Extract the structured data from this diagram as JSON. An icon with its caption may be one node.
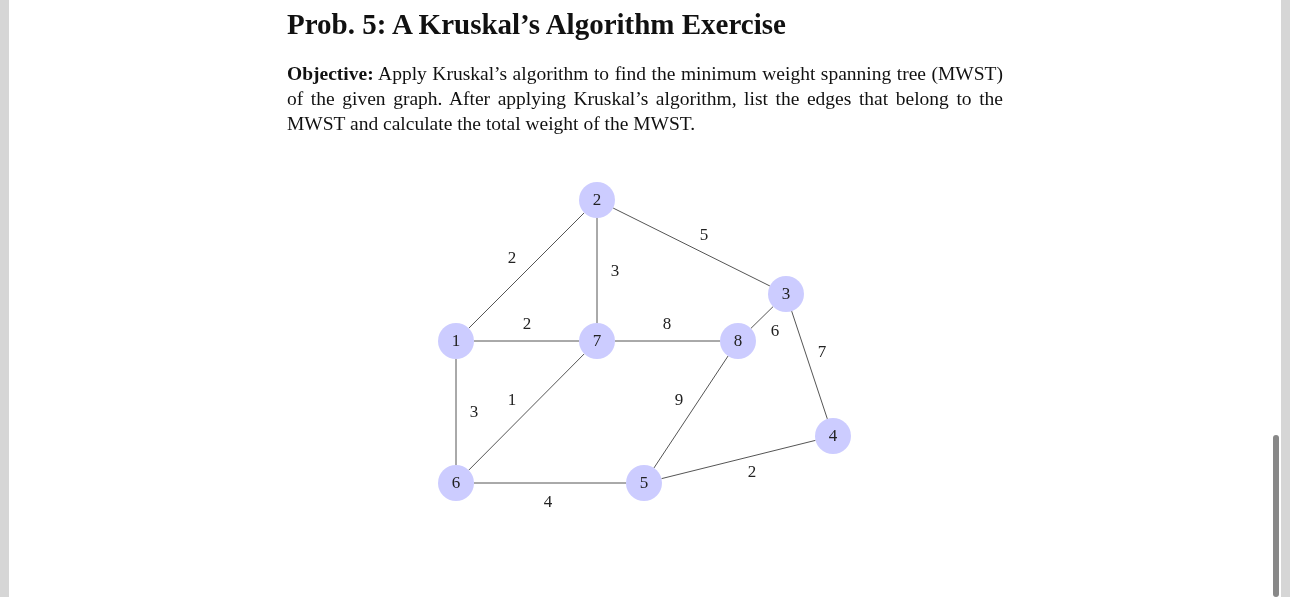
{
  "diagram": {
    "title": "Prob. 5: A Kruskal’s Algorithm Exercise",
    "nodes": [
      {
        "text": [
          "2"
        ]
      },
      {
        "text": [
          "3"
        ]
      },
      {
        "text": [
          "1"
        ]
      },
      {
        "text": [
          "7"
        ]
      },
      {
        "text": [
          "8"
        ]
      },
      {
        "text": [
          "4"
        ]
      },
      {
        "text": [
          "6"
        ]
      },
      {
        "text": [
          "5"
        ]
      }
    ],
    "edges": [
      {
        "from": 2,
        "to": 0,
        "arrow": "none",
        "label": "2"
      },
      {
        "from": 0,
        "to": 3,
        "arrow": "none",
        "label": "3"
      },
      {
        "from": 0,
        "to": 1,
        "arrow": "none",
        "label": "5"
      },
      {
        "from": 2,
        "to": 3,
        "arrow": "none",
        "label": "2"
      },
      {
        "from": 3,
        "to": 4,
        "arrow": "none",
        "label": "8"
      },
      {
        "from": 4,
        "to": 1,
        "arrow": "none",
        "label": "6"
      },
      {
        "from": 1,
        "to": 5,
        "arrow": "none",
        "label": "7"
      },
      {
        "from": 2,
        "to": 6,
        "arrow": "none",
        "label": "3"
      },
      {
        "from": 3,
        "to": 6,
        "arrow": "none",
        "label": "1"
      },
      {
        "from": 4,
        "to": 7,
        "arrow": "none",
        "label": "9"
      },
      {
        "from": 6,
        "to": 7,
        "arrow": "none",
        "label": "4"
      },
      {
        "from": 7,
        "to": 5,
        "arrow": "none",
        "label": "2"
      }
    ],
    "labels": [
      "**Objective:** Apply Kruskal’s algorithm to find the minimum weight spanning tree (MWST) of the given graph. After applying Kruskal’s algorithm, list the edges that belong to the MWST and calculate the total weight of the MWST."
    ]
  }
}
